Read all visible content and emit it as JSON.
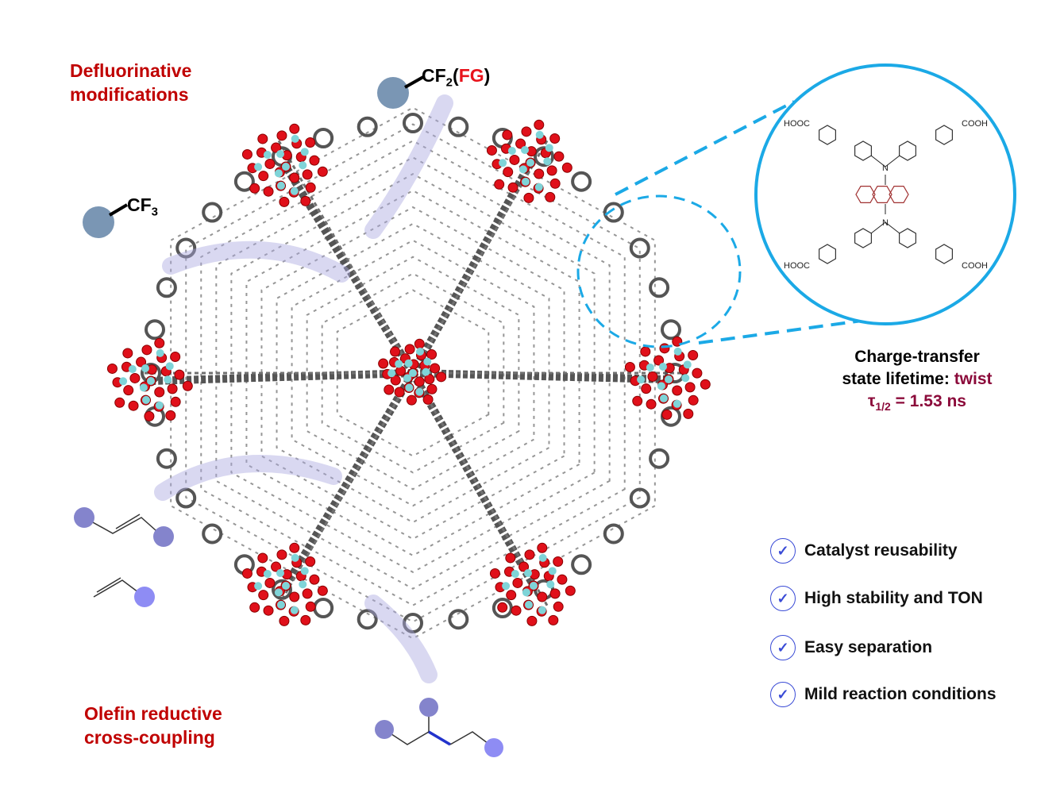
{
  "labels": {
    "defluorinative": [
      "Defluorinative",
      "modifications"
    ],
    "olefin": [
      "Olefin reductive",
      "cross-coupling"
    ],
    "cf3": {
      "main": "CF",
      "sub": "3"
    },
    "cf2fg": {
      "main": "CF",
      "sub": "2",
      "open": "(",
      "fg": "FG",
      "close": ")"
    }
  },
  "molecule": {
    "groups": [
      "HOOC",
      "COOH",
      "HOOC",
      "COOH"
    ],
    "nitrogen": "N"
  },
  "lifetime": {
    "line1": "Charge-transfer",
    "line2_prefix": "state lifetime: ",
    "line2_accent": "twist",
    "tau": "τ",
    "tau_sub": "1/2",
    "value": " = 1.53 ns"
  },
  "features": [
    "Catalyst reusability",
    "High stability and TON",
    "Easy separation",
    "Mild reaction conditions"
  ],
  "colors": {
    "accent_red": "#c00000",
    "lifetime_color": "#8b0a3a",
    "circle_blue": "#1ba9e6",
    "check_blue": "#3a4bd6",
    "substituent_ball": "#7a96b4",
    "olefin_ball": "#8484cc"
  }
}
